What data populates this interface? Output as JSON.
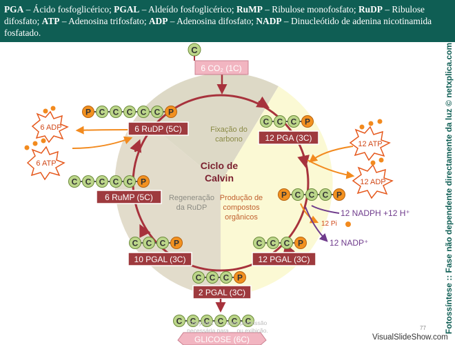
{
  "header": {
    "items": [
      {
        "abbr": "PGA",
        "desc": "Ácido fosfoglicérico;"
      },
      {
        "abbr": "PGAL",
        "desc": "Aldeído fosfoglicérico;"
      },
      {
        "abbr": "RuMP",
        "desc": "Ribulose monofosfato;"
      },
      {
        "abbr": "RuDP",
        "desc": "Ribulose difosfato;"
      },
      {
        "abbr": "ATP",
        "desc": "Adenosina trifosfato;"
      },
      {
        "abbr": "ADP",
        "desc": "Adenosina difosfato;"
      },
      {
        "abbr": "NADP",
        "desc": "Dinucleótido de adenina nicotinamida fosfatado."
      }
    ]
  },
  "diagram": {
    "center_line1": "Ciclo de",
    "center_line2": "Calvin",
    "phase_fixation": [
      "Fixação do",
      "carbono"
    ],
    "phase_regeneration": [
      "Regeneração",
      "da RuDP"
    ],
    "phase_production": [
      "Produção de",
      "compostos",
      "orgânicos"
    ],
    "co2_label": "6 CO₂ (1C)",
    "boxes": {
      "rudp": "6 RuDP (5C)",
      "pga": "12 PGA (3C)",
      "rump": "6 RuMP (5C)",
      "pgal_left": "10 PGAL (3C)",
      "pgal_right": "12 PGAL (3C)",
      "pgal_bottom": "2 PGAL (3C)",
      "glucose": "GLICOSE (6C)"
    },
    "starbursts": {
      "adp_top": "6 ADP",
      "atp_left": "6 ATP",
      "atp_right": "12 ATP",
      "adp_right": "12 ADP"
    },
    "nadph": "12 NADPH +12 H⁺",
    "pi": "12 Pi",
    "nadp": "12 NADP⁺",
    "carbon_letter": "C",
    "phosphate_letter": "P"
  },
  "side_text": "Fotossíntese :: Fase não dependente directamente da luz © netxplica.com",
  "slide_number": "77",
  "copyright": [
    "Copyright © ... com permissão",
    "necessária para ... ou exibição."
  ],
  "watermark": "VisualSlideShow.com",
  "colors": {
    "header_bg": "#0f5e54",
    "box_fill": "#9e3a3e",
    "carbon": "#bcd68a",
    "phosphate": "#f29120",
    "arrow": "#a7323c",
    "side_text": "#0f5e54"
  }
}
